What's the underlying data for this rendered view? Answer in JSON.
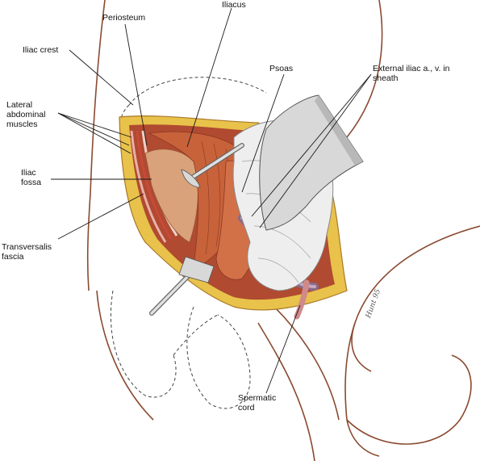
{
  "labels": {
    "periosteum": "Periosteum",
    "iliacus": "Iliacus",
    "iliac_crest": "Iliac crest",
    "psoas": "Psoas",
    "external_iliac": "External iliac a., v. in\nsheath",
    "lateral_abdominal": "Lateral\nabdominal\nmuscles",
    "iliac_fossa": "Iliac\nfossa",
    "transversalis": "Transversalis\nfascia",
    "spermatic_cord": "Spermatic\ncord"
  },
  "signature": "Hunt 95",
  "colors": {
    "outline": "#8a4a30",
    "muscle": "#c8623a",
    "muscle_dark": "#9a3a22",
    "fat": "#e8c24a",
    "fossa": "#d9a27a",
    "retractor": "#d8d8d8",
    "peritoneum": "#eeeeee",
    "line": "#1a1a1a"
  }
}
